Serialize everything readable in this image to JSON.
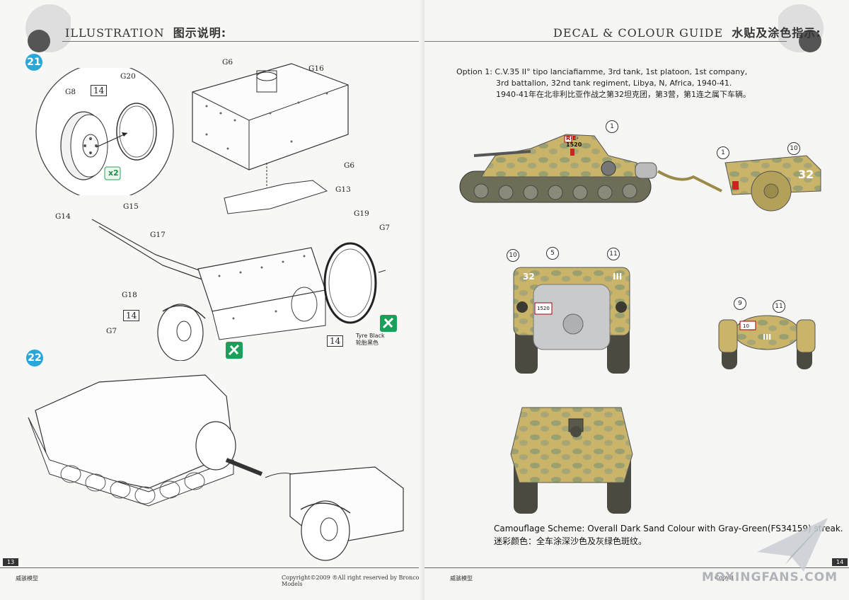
{
  "left_page": {
    "header_title": "ILLUSTRATION",
    "header_title_cn": "图示说明:",
    "page_number": "13",
    "footer_brand": "威骇模型",
    "footer_copyright": "Copyright©2009  ®All right reserved by Bronco Models",
    "steps": {
      "step21": "21",
      "step22": "22"
    },
    "parts": {
      "g8": "G8",
      "g20": "G20",
      "box14a": "14",
      "x2": "x2",
      "g6a": "G6",
      "g16": "G16",
      "g6b": "G6",
      "g13": "G13",
      "g14": "G14",
      "g15": "G15",
      "g17": "G17",
      "g19": "G19",
      "g7a": "G7",
      "g18": "G18",
      "box14b": "14",
      "g7b": "G7",
      "box14c": "14"
    },
    "tyre_note": "Tyre Black",
    "tyre_note_cn": "轮胎黑色"
  },
  "right_page": {
    "header_title": "DECAL & COLOUR GUIDE",
    "header_title_cn": "水贴及涂色指示:",
    "page_number": "14",
    "footer_brand": "威骇模型",
    "footer_copyright": "Copyri",
    "option_lines": [
      "Option 1: C.V.35 II° tipo lanciafiamme, 3rd tank, 1st platoon, 1st company,",
      "3rd battalion, 32nd tank regiment, Libya, N, Africa, 1940-41.",
      "1940-41年在北非利比亚作战之第32坦克团，第3营，第1连之属下车辆。"
    ],
    "callouts": {
      "side_tank": "1",
      "side_trailer_1": "1",
      "side_trailer_10": "10",
      "rear_10": "10",
      "rear_5": "5",
      "rear_11": "11",
      "trailer_9": "9",
      "trailer_11": "11"
    },
    "markings": {
      "plate": "1520",
      "plate_prefix": "R·E·",
      "number": "32",
      "roman": "III",
      "trailer_plate": "10"
    },
    "camo_scheme": "Camouflage Scheme: Overall Dark Sand Colour with Gray-Green(FS34159) streak.",
    "camo_scheme_cn": "迷彩颜色：全车涂深沙色及灰绿色斑纹。"
  },
  "watermark": "MOXINGFANS.COM",
  "colors": {
    "step_blue": "#2aa7d9",
    "sand": "#c9b46a",
    "gray_green": "#8e9a6a",
    "cement_green": "#1aa05a"
  }
}
